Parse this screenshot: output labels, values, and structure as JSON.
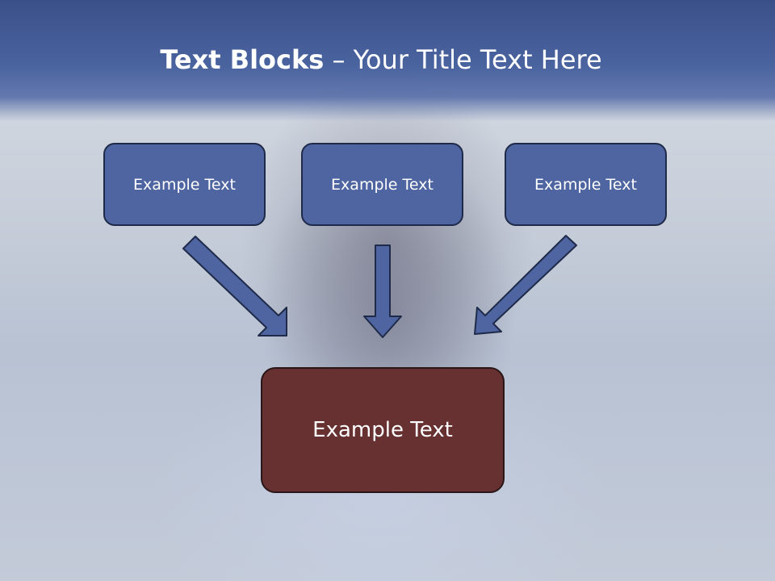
{
  "title": {
    "bold": "Text Blocks",
    "rest": " – Your Title Text Here"
  },
  "blocks": [
    {
      "label": "Example Text"
    },
    {
      "label": "Example Text"
    },
    {
      "label": "Example Text"
    }
  ],
  "main_block": {
    "label": "Example Text"
  },
  "colors": {
    "header": "#4a64a0",
    "block_fill": "#4f65a2",
    "main_fill": "#673131",
    "arrow_fill": "#4f65a2",
    "outline": "#1e2a48"
  }
}
